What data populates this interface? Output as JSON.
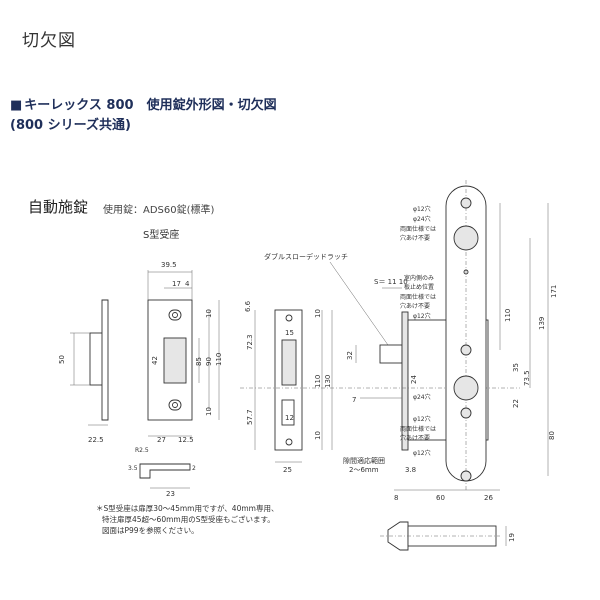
{
  "page": {
    "title": "切欠図",
    "heading_line1": "キーレックス 800　使用錠外形図・切欠図",
    "heading_square": "■",
    "heading_line2": "(800 シリーズ共通)",
    "section_title": "自動施錠",
    "spec": "使用錠：ADS60錠(標準)"
  },
  "strike": {
    "title": "S型受座",
    "dims": {
      "d39_5": "39.5",
      "d17": "17",
      "d4": "4",
      "d50": "50",
      "d42": "42",
      "d85": "85",
      "d90": "90",
      "d110": "110",
      "d10a": "10",
      "d10b": "10",
      "d22_5": "22.5",
      "d27": "27",
      "d12_5": "12.5",
      "d23": "23",
      "d3_5": "3.5",
      "d2": "2",
      "dR2_5": "R2.5"
    }
  },
  "lock": {
    "latch_label": "ダブルスローデッドラッチ",
    "dims": {
      "d6_6": "6.6",
      "d72_3": "72.3",
      "d57_7": "57.7",
      "d15": "15",
      "d12": "12",
      "d25": "25",
      "d110": "110",
      "d130": "130",
      "d10a": "10",
      "d10b": "10",
      "d32": "32",
      "d7": "7",
      "d24": "24",
      "s_label": "S＝ 11 10",
      "gap_label": "隙間適応範囲",
      "gap_range": "2～6mm",
      "d3_8": "3.8",
      "d8": "8",
      "d60": "60",
      "d26": "26"
    }
  },
  "cutout": {
    "labels": {
      "phi12_top": "φ12穴",
      "phi24": "φ24穴",
      "both_side_1": "両面仕様では",
      "both_side_2": "穴あけ不要",
      "indoor_1": "室内側のみ",
      "indoor_2": "板止め位置",
      "both_side_3": "両面仕様では",
      "both_side_4": "穴あけ不要",
      "phi12_mid": "φ12穴",
      "phi24_low": "φ24穴",
      "phi12_low": "φ12穴",
      "both_side_5": "両面仕様では",
      "both_side_6": "穴あけ不要",
      "phi12_bottom": "φ12穴"
    },
    "dims": {
      "d171": "171",
      "d139": "139",
      "d110": "110",
      "d73_5": "73.5",
      "d35": "35",
      "d22": "22",
      "d80": "80",
      "d19": "19"
    }
  },
  "notes": {
    "line1": "＊S型受座は扉厚30～45mm用ですが、40mm専用、",
    "line2": "特注扉厚45超～60mm用のS型受座もございます。",
    "line3": "図面はP99を参照ください。"
  }
}
